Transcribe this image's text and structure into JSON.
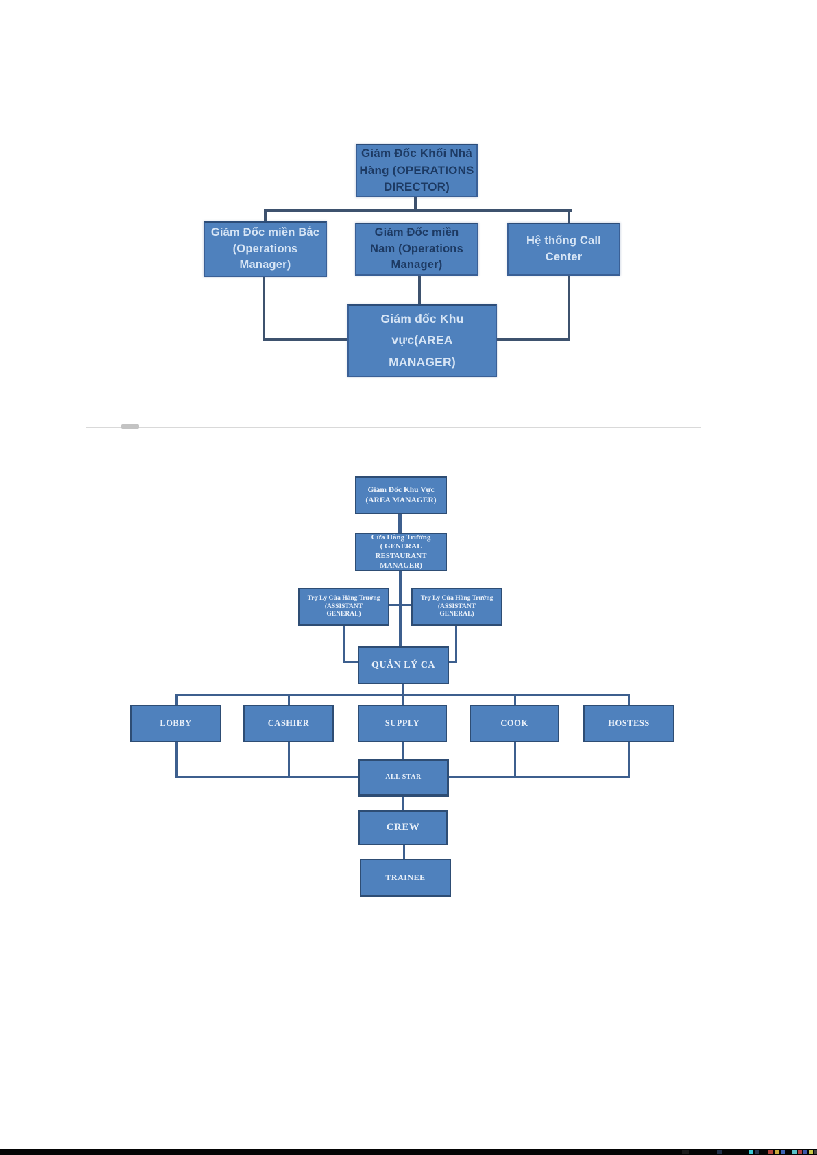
{
  "colors": {
    "box_fill": "#4f81bd",
    "chart1_border": "#3a6096",
    "chart2_border": "#2e4d74",
    "chart1_text_dark": "#1d3a63",
    "chart1_text_light": "#d7e5f5",
    "chart2_text": "#e9f0f9",
    "chart1_connector": "#3e526e",
    "chart2_connector": "#3d5f8e",
    "divider": "#d9d9d9",
    "footer_bar": "#050505"
  },
  "chart1": {
    "nodes": {
      "operations_director": {
        "lines": [
          "Giám Đốc Khối Nhà",
          "Hàng (OPERATIONS",
          "DIRECTOR)"
        ]
      },
      "operations_manager_north": {
        "lines": [
          "Giám Đốc miền Bắc",
          "(Operations",
          "Manager)"
        ]
      },
      "operations_manager_south": {
        "lines": [
          "Giám Đốc miền",
          "Nam (Operations",
          "Manager)"
        ]
      },
      "call_center": {
        "lines": [
          "Hệ thống Call",
          "Center"
        ]
      },
      "area_manager": {
        "lines": [
          "Giám đốc Khu",
          "vực(AREA",
          "MANAGER)"
        ]
      }
    }
  },
  "chart2": {
    "nodes": {
      "area_manager": {
        "lines": [
          "Giám Đốc Khu Vực",
          "(AREA MANAGER)"
        ]
      },
      "general_restaurant_manager": {
        "lines": [
          "Cửa Hàng Trưởng",
          "( GENERAL",
          "RESTAURANT",
          "MANAGER)"
        ]
      },
      "assistant_general_left": {
        "lines": [
          "Trợ Lý Cửa Hàng Trưởng",
          "(ASSISTANT",
          "GENERAL)"
        ]
      },
      "assistant_general_right": {
        "lines": [
          "Trợ Lý Cửa Hàng Trưởng",
          "(ASSISTANT",
          "GENERAL)"
        ]
      },
      "shift_manager": {
        "lines": [
          "QUẢN LÝ CA"
        ]
      },
      "lobby": {
        "lines": [
          "LOBBY"
        ]
      },
      "cashier": {
        "lines": [
          "CASHIER"
        ]
      },
      "supply": {
        "lines": [
          "SUPPLY"
        ]
      },
      "cook": {
        "lines": [
          "COOK"
        ]
      },
      "hostess": {
        "lines": [
          "HOSTESS"
        ]
      },
      "all_star": {
        "lines": [
          "ALL STAR"
        ]
      },
      "crew": {
        "lines": [
          "CREW"
        ]
      },
      "trainee": {
        "lines": [
          "TRAINEE"
        ]
      }
    }
  }
}
